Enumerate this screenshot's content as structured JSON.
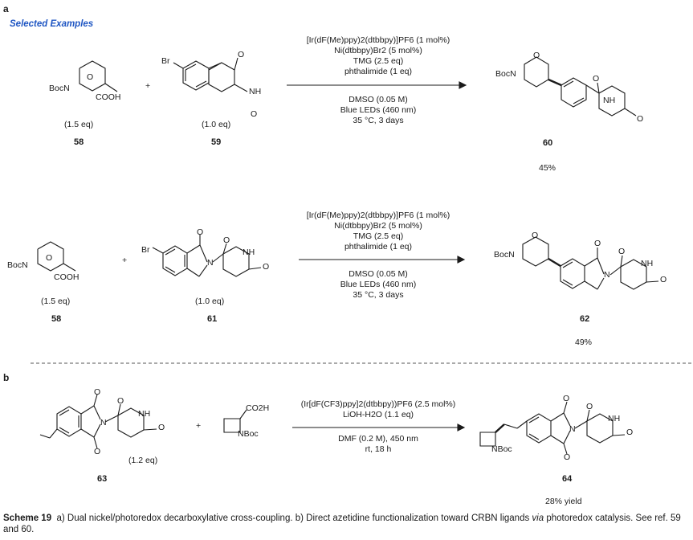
{
  "panel_a_label": "a",
  "selected_examples": "Selected Examples",
  "row1": {
    "reagent1_label": "BocN",
    "reagent1_cooh": "COOH",
    "reagent1_eq": "(1.5 eq)",
    "reagent1_num": "58",
    "plus": "+",
    "reagent2_br": "Br",
    "reagent2_nh": "NH",
    "reagent2_o1": "O",
    "reagent2_o2": "O",
    "reagent2_eq": "(1.0 eq)",
    "reagent2_num": "59",
    "cond_line1": "[Ir(dF(Me)ppy)2(dtbbpy)]PF6 (1 mol%)",
    "cond_line2": "Ni(dtbbpy)Br2 (5 mol%)",
    "cond_line3": "TMG (2.5 eq)",
    "cond_line4": "phthalimide (1 eq)",
    "cond_line5": "DMSO (0.05 M)",
    "cond_line6": "Blue LEDs (460 nm)",
    "cond_line7": "35 °C, 3 days",
    "product_boc": "BocN",
    "product_o": "O",
    "product_nh": "NH",
    "product_o2": "O",
    "product_o3": "O",
    "product_num": "60",
    "product_yield": "45%"
  },
  "row2": {
    "reagent1_label": "BocN",
    "reagent1_cooh": "COOH",
    "reagent1_eq": "(1.5 eq)",
    "reagent1_num": "58",
    "plus": "+",
    "reagent2_br": "Br",
    "reagent2_n": "N",
    "reagent2_nh": "NH",
    "reagent2_o": "O",
    "reagent2_eq": "(1.0 eq)",
    "reagent2_num": "61",
    "cond_line1": "[Ir(dF(Me)ppy)2(dtbbpy)]PF6 (1 mol%)",
    "cond_line2": "Ni(dtbbpy)Br2 (5 mol%)",
    "cond_line3": "TMG (2.5 eq)",
    "cond_line4": "phthalimide (1 eq)",
    "cond_line5": "DMSO (0.05 M)",
    "cond_line6": "Blue LEDs (460 nm)",
    "cond_line7": "35 °C, 3 days",
    "product_boc": "BocN",
    "product_o": "O",
    "product_n": "N",
    "product_nh": "NH",
    "product_num": "62",
    "product_yield": "49%"
  },
  "panel_b_label": "b",
  "row3": {
    "reagent1_n": "N",
    "reagent1_nh": "NH",
    "reagent1_o": "O",
    "reagent1_eq": "(1.2 eq)",
    "reagent1_num": "63",
    "plus": "+",
    "reagent2_co2h": "CO2H",
    "reagent2_nboc": "NBoc",
    "cond_line1": "(Ir[dF(CF3)ppy]2(dtbbpy))PF6 (2.5 mol%)",
    "cond_line2": "LiOH-H2O (1.1 eq)",
    "cond_line3": "DMF (0.2 M), 450 nm",
    "cond_line4": "rt, 18 h",
    "product_nboc": "NBoc",
    "product_n": "N",
    "product_nh": "NH",
    "product_num": "64",
    "product_yield": "28% yield"
  },
  "caption": {
    "scheme": "Scheme 19",
    "text_a": "a) Dual nickel/photoredox decarboxylative cross-coupling. b) Direct azetidine functionalization toward CRBN ligands",
    "via": "via",
    "text_b": "photoredox catalysis. See ref. 59 and 60."
  },
  "colors": {
    "accent": "#1f56c3",
    "ink": "#1a1a1a"
  }
}
